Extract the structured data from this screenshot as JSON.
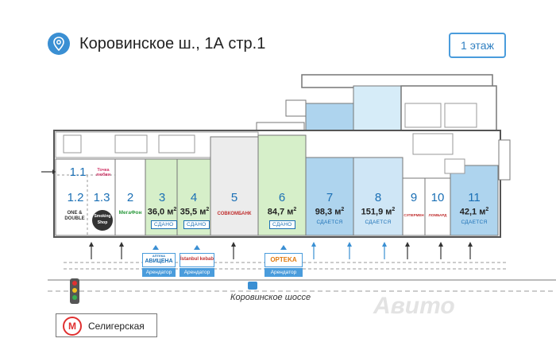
{
  "header": {
    "address": "Коровинское ш., 1А стр.1",
    "floor_button": "1 этаж"
  },
  "units": [
    {
      "num": "1.1",
      "tenant": "Точка любви"
    },
    {
      "num": "1.2",
      "tenant": "ONE & DOUBLE"
    },
    {
      "num": "1.3",
      "tenant": "Smoking Shop"
    },
    {
      "num": "2",
      "tenant": "МегаФон"
    },
    {
      "num": "3",
      "area": "36,0 м",
      "status": "СДАНО"
    },
    {
      "num": "4",
      "area": "35,5 м",
      "status": "СДАНО"
    },
    {
      "num": "5",
      "tenant": "СОВКОМБАНК"
    },
    {
      "num": "6",
      "area": "84,7 м",
      "status": "СДАНО"
    },
    {
      "num": "7",
      "area": "98,3 м",
      "status": "СДАЕТСЯ"
    },
    {
      "num": "8",
      "area": "151,9 м",
      "status": "СДАЕТСЯ"
    },
    {
      "num": "9",
      "tenant": "СУПЕРМЕН"
    },
    {
      "num": "10",
      "tenant": "ЛОМБАРД"
    },
    {
      "num": "11",
      "area": "42,1 м",
      "status": "СДАЕТСЯ"
    }
  ],
  "area_unit_sup": "2",
  "tenants_below": [
    {
      "brand": "АВИЦЕНА",
      "brand_small": "АПТЕКА",
      "label": "Арендатор"
    },
    {
      "brand": "İstanbul kebab",
      "label": "Арендатор"
    },
    {
      "brand": "OPTEKA",
      "label": "Арендатор"
    }
  ],
  "road": "Коровинское шоссе",
  "metro": {
    "logo": "М",
    "station": "Селигерская"
  },
  "watermark": "Авито",
  "colors": {
    "green": "#d6efc9",
    "blue": "#aed4ee",
    "light_blue": "#cfe6f6",
    "grey": "#ececec",
    "accent": "#4a9cdc"
  }
}
